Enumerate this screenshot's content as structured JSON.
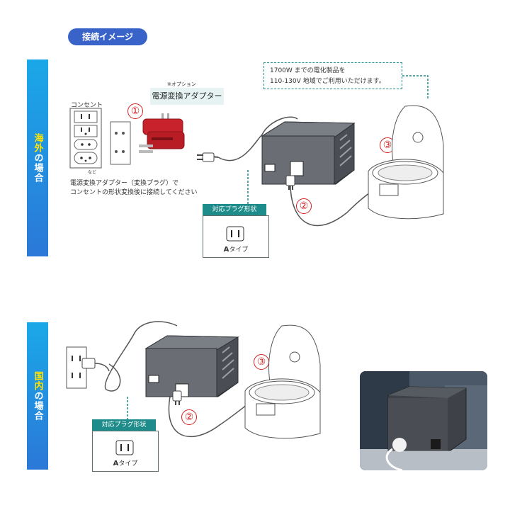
{
  "header": {
    "title": "接続イメージ"
  },
  "overseas": {
    "band_hl": "海外",
    "band_rest": "の場合",
    "outlet_label": "コンセント",
    "outlet_etc": "など",
    "option_note": "※オプション",
    "adapter_label": "電源変換アダプター",
    "adapter_caption_1": "電源変換アダプター（変換プラグ）で",
    "adapter_caption_2": "コンセントの形状変換後に接続してください",
    "note_line_1": "1700W までの電化製品を",
    "note_line_2": "110-130V 地域でご利用いただけます。",
    "step_1": "①",
    "step_2": "②",
    "step_3": "③",
    "plug_tag": "対応プラグ形状",
    "plug_type_letter": "A",
    "plug_type_suffix": "タイプ"
  },
  "domestic": {
    "band_hl": "国内",
    "band_rest": "の場合",
    "step_2": "②",
    "step_3": "③",
    "plug_tag": "対応プラグ形状",
    "plug_type_letter": "A",
    "plug_type_suffix": "タイプ"
  },
  "colors": {
    "band_top": "#1aa8e8",
    "band_bottom": "#2b78d8",
    "header_pill": "#3a63c9",
    "teal": "#1e8c8a",
    "accent_red": "#d42020",
    "adapter_red": "#c8232c",
    "transformer": "#5e6268"
  }
}
